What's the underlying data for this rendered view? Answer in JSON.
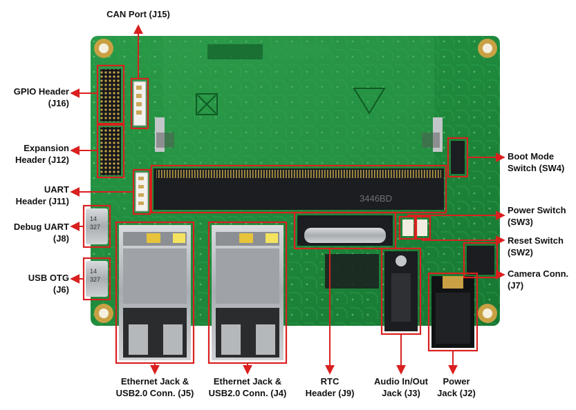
{
  "colors": {
    "pcb": "#1f8a3c",
    "pcb_dark": "#146b2c",
    "pcb_light": "#38a85a",
    "callout": "#d9201f",
    "label_text": "#111111",
    "connector_black": "#1b1d20",
    "connector_silver": "#b9bcbf",
    "header_white": "#f1f1ee"
  },
  "labels": {
    "can_port": [
      "CAN Port (J15)"
    ],
    "gpio": [
      "GPIO Header",
      "(J16)"
    ],
    "expansion": [
      "Expansion",
      "Header (J12)"
    ],
    "uart": [
      "UART",
      "Header (J11)"
    ],
    "debug_uart": [
      "Debug UART",
      "(J8)"
    ],
    "usb_otg": [
      "USB OTG",
      "(J6)"
    ],
    "boot_mode": [
      "Boot Mode",
      "Switch (SW4)"
    ],
    "power_switch": [
      "Power Switch",
      "(SW3)"
    ],
    "reset_switch": [
      "Reset Switch",
      "(SW2)"
    ],
    "camera": [
      "Camera Conn.",
      "(J7)"
    ],
    "eth_j5": [
      "Ethernet Jack &",
      "USB2.0 Conn. (J5)"
    ],
    "eth_j4": [
      "Ethernet Jack &",
      "USB2.0 Conn. (J4)"
    ],
    "rtc": [
      "RTC",
      "Header (J9)"
    ],
    "audio": [
      "Audio In/Out",
      "Jack (J3)"
    ],
    "power_jack": [
      "Power",
      "Jack (J2)"
    ]
  },
  "board_markings": {
    "slot_code": "3446BD",
    "usb_chip_1": [
      "14",
      "327"
    ],
    "usb_chip_2": [
      "14",
      "327"
    ]
  },
  "icons": [
    "mounting-hole-icon",
    "arrow-icon",
    "recycle-mark-icon"
  ]
}
